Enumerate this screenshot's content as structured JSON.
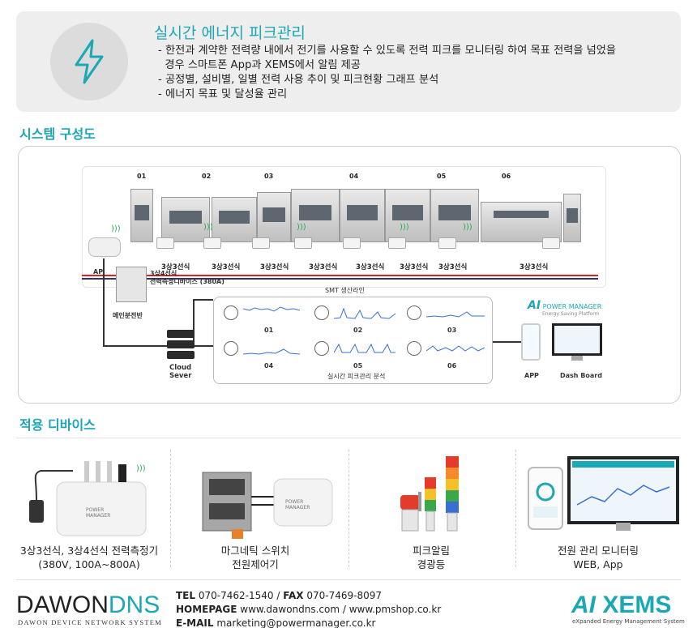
{
  "feature": {
    "title": "실시간 에너지 피크관리",
    "lines": [
      "- 한전과 계약한 전력량 내에서 전기를 사용할 수 있도록 전력 피크를 모니터링 하여 목표 전력을 넘었을",
      "  경우 스마트폰 App과 XEMS에서 알림 제공",
      "- 공정별, 설비별, 일별 전력 사용 추이 및 피크현황 그래프 분석",
      "- 에너지 목표 및 달성율 관리"
    ],
    "icon": "lightning-icon",
    "accent": "#1ba7b4"
  },
  "system": {
    "title": "시스템 구성도",
    "machine_numbers": [
      "01",
      "02",
      "03",
      "04",
      "05",
      "06"
    ],
    "line_labels": [
      "3상3선식",
      "3상3선식",
      "3상3선식",
      "3상3선식",
      "3상3선식",
      "3상3선식",
      "3상3선식",
      "3상3선식"
    ],
    "smt_label": "SMT 생산라인",
    "ap_label": "AP",
    "panel_label": "메인분전반",
    "panel_device_line1": "3상4선식",
    "panel_device_line2": "전력측정디바이스 (380A)",
    "cloud_label_line1": "Cloud",
    "cloud_label_line2": "Sever",
    "analysis_numbers": [
      "01",
      "02",
      "03",
      "04",
      "05",
      "06"
    ],
    "analysis_title": "실시간 피크관리 분석",
    "pm_logo_ai": "AI",
    "pm_logo_name": "POWER MANAGER",
    "pm_logo_tag": "Energy Saving Platform",
    "app_label": "APP",
    "dashboard_label": "Dash Board"
  },
  "devices": {
    "title": "적용 디바이스",
    "items": [
      {
        "line1": "3상3선식, 3상4선식 전력측정기",
        "line2": "(380V, 100A~800A)"
      },
      {
        "line1": "마그네틱 스위치",
        "line2": "전원제어기"
      },
      {
        "line1": "피크알림",
        "line2": "경광등"
      },
      {
        "line1": "전원 관리 모니터링",
        "line2": "WEB, App"
      }
    ]
  },
  "footer": {
    "brand_main": "DAWON",
    "brand_accent": "DNS",
    "brand_sub": "DAWON DEVICE NETWORK SYSTEM",
    "tel_label": "TEL",
    "tel": "070-7462-1540",
    "fax_label": "FAX",
    "fax": "070-7469-8097",
    "homepage_label": "HOMEPAGE",
    "homepage": "www.dawondns.com / www.pmshop.co.kr",
    "email_label": "E-MAIL",
    "email": "marketing@powermanager.co.kr",
    "xems_ai": "AI",
    "xems_name": "XEMS",
    "xems_sub": "eXpanded Energy Management System"
  }
}
